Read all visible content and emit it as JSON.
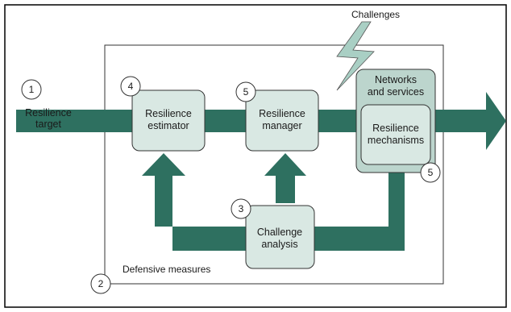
{
  "diagram": {
    "colors": {
      "arrow_fill": "#2e7060",
      "box_fill": "#d9e8e3",
      "box_stroke": "#333333",
      "networks_fill": "#bcd5cd",
      "circle_fill": "#ffffff",
      "bolt_fill": "#a9cfc4",
      "frame_stroke": "#000000"
    },
    "challenges_label": "Challenges",
    "resilience_target": {
      "number": "1",
      "line1": "Resilience",
      "line2": "target"
    },
    "defensive_measures": {
      "number": "2",
      "label": "Defensive measures"
    },
    "resilience_estimator": {
      "number": "4",
      "line1": "Resilience",
      "line2": "estimator"
    },
    "resilience_manager": {
      "number": "5",
      "line1": "Resilience",
      "line2": "manager"
    },
    "networks_services": {
      "line1": "Networks",
      "line2": "and services"
    },
    "resilience_mechanisms": {
      "number": "5",
      "line1": "Resilience",
      "line2": "mechanisms"
    },
    "challenge_analysis": {
      "number": "3",
      "line1": "Challenge",
      "line2": "analysis"
    }
  }
}
